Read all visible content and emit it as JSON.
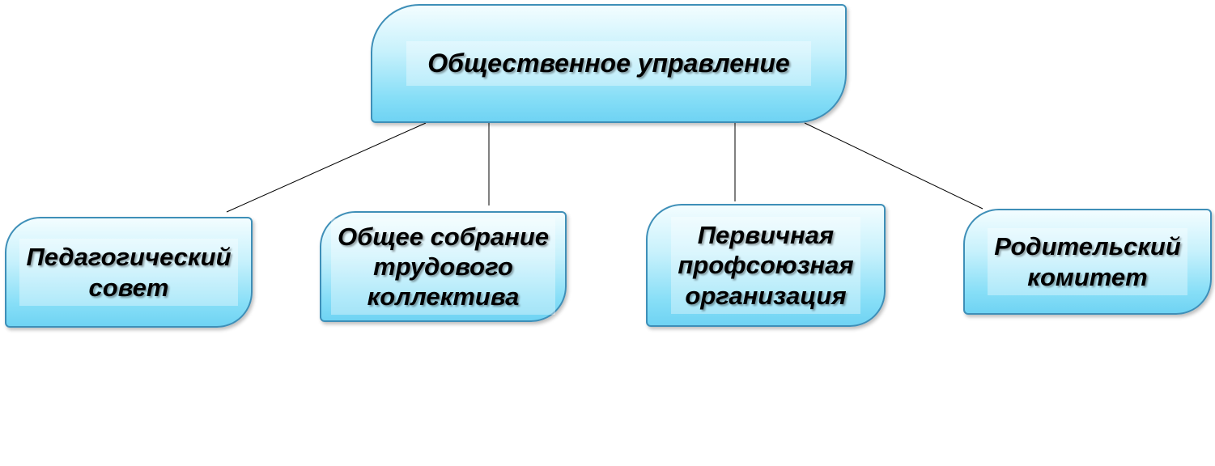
{
  "diagram": {
    "root": {
      "label": "Общественное управление"
    },
    "children": [
      {
        "label": "Педагогический\nсовет"
      },
      {
        "label": "Общее собрание\nтрудового\nколлектива"
      },
      {
        "label": "Первичная\nпрофсоюзная\nорганизация"
      },
      {
        "label": "Родительский\nкомитет"
      }
    ],
    "colors": {
      "box_border": "#3e8fb8",
      "box_fill_top": "#f3fdff",
      "box_fill_bottom": "#6fd3f3",
      "connector": "#000000"
    }
  }
}
